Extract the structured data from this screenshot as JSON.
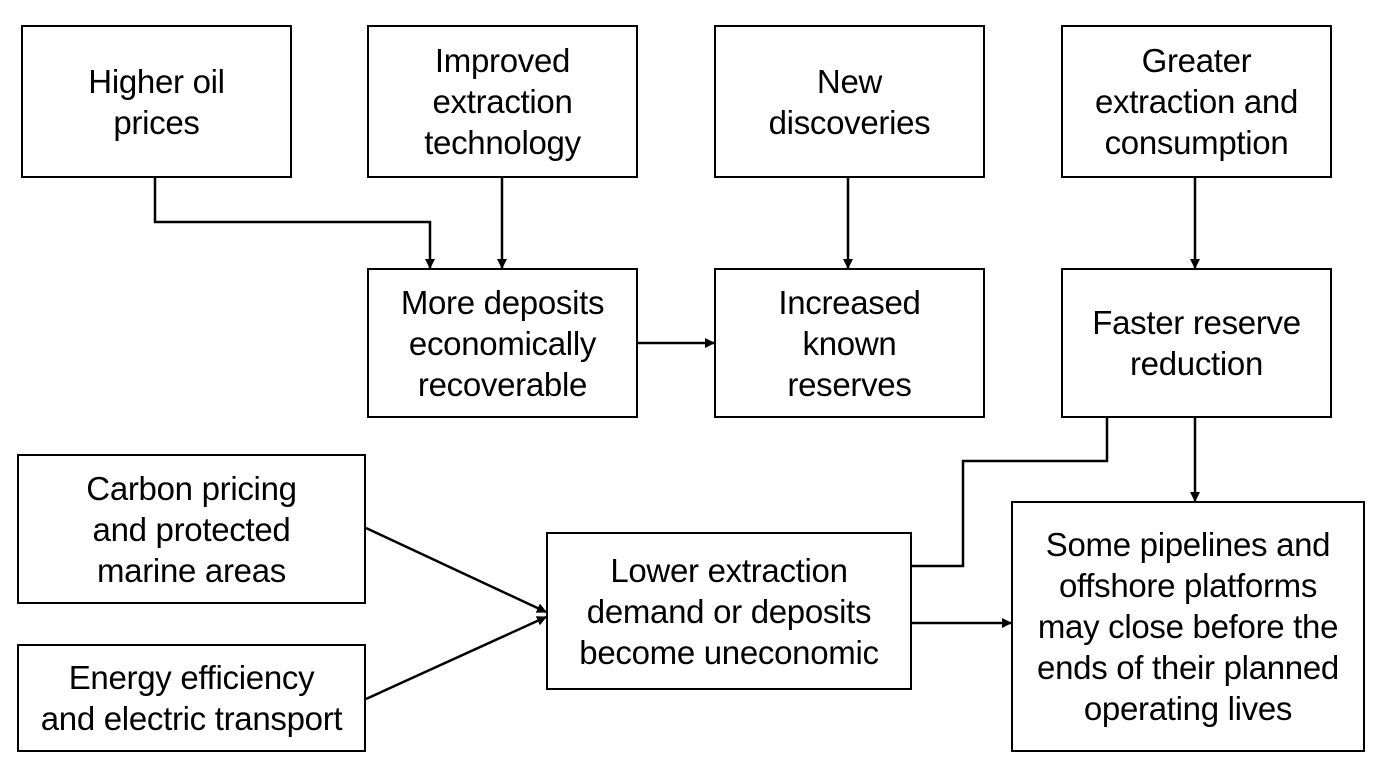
{
  "diagram": {
    "nodes": {
      "higher_oil_prices": "Higher oil\nprices",
      "improved_extraction_technology": "Improved\nextraction\ntechnology",
      "new_discoveries": "New\ndiscoveries",
      "greater_extraction_consumption": "Greater\nextraction and\nconsumption",
      "more_deposits_recoverable": "More deposits\neconomically\nrecoverable",
      "increased_known_reserves": "Increased\nknown\nreserves",
      "faster_reserve_reduction": "Faster reserve\nreduction",
      "carbon_pricing": "Carbon pricing\nand protected\nmarine areas",
      "energy_efficiency": "Energy efficiency\nand electric transport",
      "lower_extraction_demand": "Lower extraction\ndemand or deposits\nbecome uneconomic",
      "pipelines_may_close": "Some pipelines and\noffshore platforms\nmay close before the\nends of their planned\noperating lives"
    }
  }
}
